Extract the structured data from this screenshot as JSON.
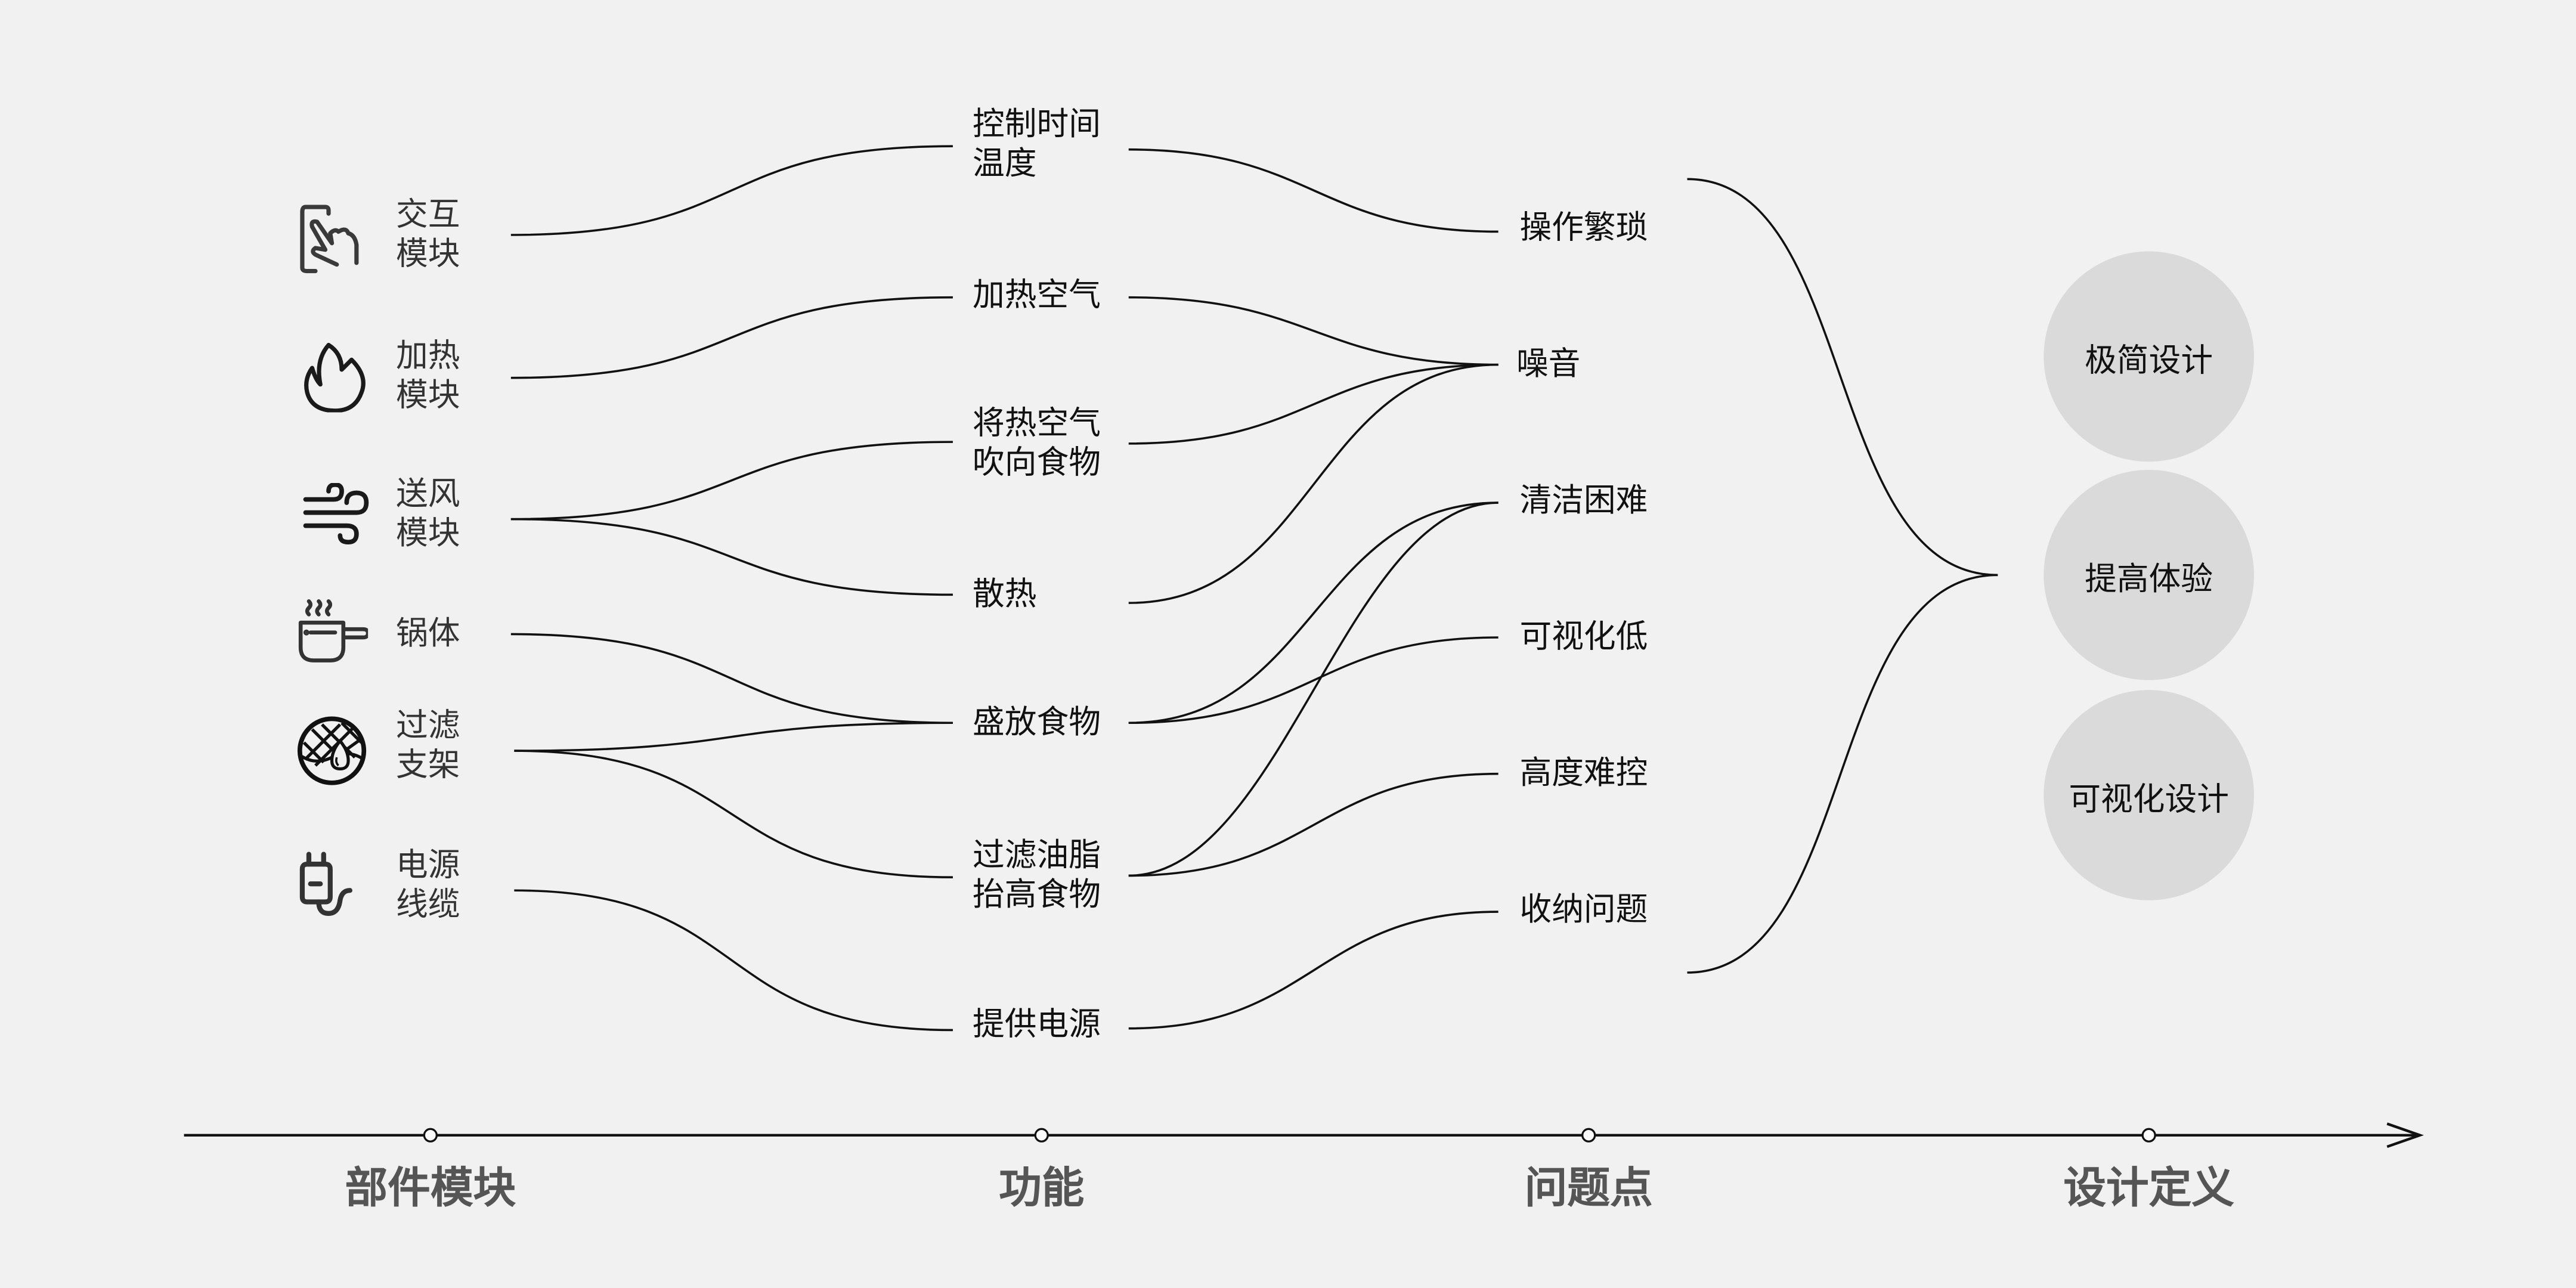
{
  "colors": {
    "background": "#f1f1f1",
    "line": "#111111",
    "circle": "#dadada",
    "axis_title": "#555555"
  },
  "modules": [
    {
      "label": "交互\n模块",
      "icon": "touch-screen-hand-icon"
    },
    {
      "label": "加热\n模块",
      "icon": "flame-icon"
    },
    {
      "label": "送风\n模块",
      "icon": "wind-icon"
    },
    {
      "label": "锅体",
      "icon": "steaming-pot-icon"
    },
    {
      "label": "过滤\n支架",
      "icon": "filter-mesh-drop-icon"
    },
    {
      "label": "电源\n线缆",
      "icon": "power-plug-icon"
    }
  ],
  "functions": [
    {
      "label": "控制时间\n温度"
    },
    {
      "label": "加热空气"
    },
    {
      "label": "将热空气\n吹向食物"
    },
    {
      "label": "散热"
    },
    {
      "label": "盛放食物"
    },
    {
      "label": "过滤油脂\n抬高食物"
    },
    {
      "label": "提供电源"
    }
  ],
  "problems": [
    {
      "label": "操作繁琐"
    },
    {
      "label": "噪音"
    },
    {
      "label": "清洁困难"
    },
    {
      "label": "可视化低"
    },
    {
      "label": "高度难控"
    },
    {
      "label": "收纳问题"
    }
  ],
  "design_definitions": [
    {
      "label": "极简设计"
    },
    {
      "label": "提高体验"
    },
    {
      "label": "可视化设计"
    }
  ],
  "axis": {
    "stages": [
      {
        "label": "部件模块"
      },
      {
        "label": "功能"
      },
      {
        "label": "问题点"
      },
      {
        "label": "设计定义"
      }
    ]
  },
  "links_module_to_function": [
    [
      "交互模块",
      "控制时间温度"
    ],
    [
      "加热模块",
      "加热空气"
    ],
    [
      "送风模块",
      "将热空气吹向食物"
    ],
    [
      "送风模块",
      "散热"
    ],
    [
      "锅体",
      "盛放食物"
    ],
    [
      "过滤支架",
      "盛放食物"
    ],
    [
      "过滤支架",
      "过滤油脂抬高食物"
    ],
    [
      "电源线缆",
      "提供电源"
    ]
  ],
  "links_function_to_problem": [
    [
      "控制时间温度",
      "操作繁琐"
    ],
    [
      "加热空气",
      "噪音"
    ],
    [
      "将热空气吹向食物",
      "噪音"
    ],
    [
      "散热",
      "噪音"
    ],
    [
      "盛放食物",
      "清洁困难"
    ],
    [
      "盛放食物",
      "可视化低"
    ],
    [
      "过滤油脂抬高食物",
      "清洁困难"
    ],
    [
      "过滤油脂抬高食物",
      "高度难控"
    ],
    [
      "提供电源",
      "收纳问题"
    ]
  ]
}
